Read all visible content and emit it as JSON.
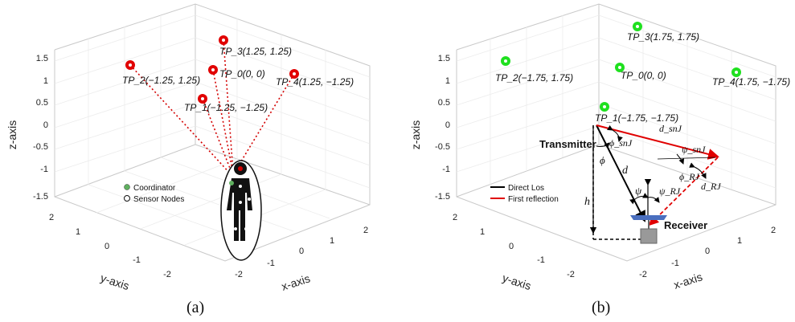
{
  "panel_a": {
    "caption": "(a)",
    "z_ticks": [
      "1.5",
      "1",
      "0.5",
      "0",
      "-0.5",
      "-1",
      "-1.5"
    ],
    "y_ticks": [
      "2",
      "1",
      "0",
      "-1",
      "-2"
    ],
    "x_ticks": [
      "-2",
      "-1",
      "0",
      "1",
      "2"
    ],
    "z_axis_label": "z-axis",
    "y_axis_label": "y-axis",
    "x_axis_label": "x-axis",
    "tp_labels": [
      "TP_3(1.25, 1.25)",
      "TP_2(−1.25, 1.25)",
      "TP_0(0, 0)",
      "TP_4(1.25, −1.25)",
      "TP_1(−1.25, −1.25)"
    ],
    "legend": {
      "coordinator": "Coordinator",
      "sensor_nodes": "Sensor Nodes"
    },
    "colors": {
      "tp": "#e10000",
      "coordinator": "#5fb05f",
      "ray": "#d40000"
    }
  },
  "panel_b": {
    "caption": "(b)",
    "z_ticks": [
      "1.5",
      "1",
      "0.5",
      "0",
      "-0.5",
      "-1",
      "-1.5"
    ],
    "y_ticks": [
      "2",
      "1",
      "0",
      "-1",
      "-2"
    ],
    "x_ticks": [
      "-2",
      "-1",
      "0",
      "1",
      "2"
    ],
    "z_axis_label": "z-axis",
    "y_axis_label": "y-axis",
    "x_axis_label": "x-axis",
    "tp_labels": [
      "TP_3(1.75, 1.75)",
      "TP_2(−1.75, 1.75)",
      "TP_0(0, 0)",
      "TP_4(1.75, −1.75)",
      "TP_1(−1.75, −1.75)"
    ],
    "labels": {
      "transmitter": "Transmitter",
      "receiver": "Receiver",
      "d_snj": "d_snJ",
      "phi_snj": "ϕ_snJ",
      "psi_snj": "ψ_snJ",
      "phi": "ϕ",
      "d": "d",
      "h": "h",
      "phi_rj": "ϕ_RJ",
      "d_rj": "d_RJ",
      "psi": "ψ",
      "psi_rj": "ψ_RJ"
    },
    "legend": {
      "direct": "Direct Los",
      "reflection": "First reflection"
    },
    "colors": {
      "tp": "#1fe01f",
      "reflection": "#e00000",
      "direct": "#000000"
    }
  }
}
